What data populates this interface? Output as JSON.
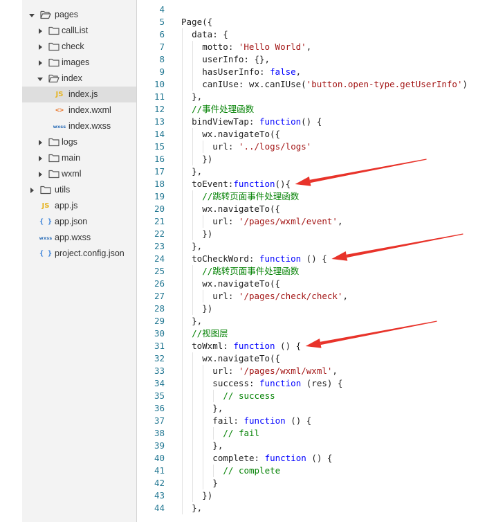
{
  "file_tree": [
    {
      "label": "pages",
      "type": "folder",
      "expanded": true,
      "indent": 0
    },
    {
      "label": "callList",
      "type": "folder",
      "expanded": false,
      "indent": 1
    },
    {
      "label": "check",
      "type": "folder",
      "expanded": false,
      "indent": 1
    },
    {
      "label": "images",
      "type": "folder",
      "expanded": false,
      "indent": 1
    },
    {
      "label": "index",
      "type": "folder",
      "expanded": true,
      "indent": 1
    },
    {
      "label": "index.js",
      "type": "js",
      "indent": 2,
      "selected": true
    },
    {
      "label": "index.wxml",
      "type": "wxml",
      "indent": 2
    },
    {
      "label": "index.wxss",
      "type": "wxss",
      "indent": 2
    },
    {
      "label": "logs",
      "type": "folder",
      "expanded": false,
      "indent": 1
    },
    {
      "label": "main",
      "type": "folder",
      "expanded": false,
      "indent": 1
    },
    {
      "label": "wxml",
      "type": "folder",
      "expanded": false,
      "indent": 1
    },
    {
      "label": "utils",
      "type": "folder",
      "expanded": false,
      "indent": 0
    },
    {
      "label": "app.js",
      "type": "js",
      "indent": 0
    },
    {
      "label": "app.json",
      "type": "json",
      "indent": 0
    },
    {
      "label": "app.wxss",
      "type": "wxss",
      "indent": 0
    },
    {
      "label": "project.config.json",
      "type": "json",
      "indent": 0
    }
  ],
  "icon_labels": {
    "js": "JS",
    "json": "{ }",
    "wxml": "<>",
    "wxss": "wxss"
  },
  "colors": {
    "keyword": "#0000ff",
    "string": "#a31515",
    "comment": "#008000",
    "line_number": "#237893",
    "arrow": "#e8332a",
    "folder_outline": "#555555",
    "sidebar_bg": "#f3f3f3",
    "selected_bg": "#dedede"
  },
  "code_lines": [
    {
      "n": "4",
      "indent": 0,
      "tokens": []
    },
    {
      "n": "5",
      "indent": 0,
      "tokens": [
        [
          "id",
          "Page({"
        ]
      ]
    },
    {
      "n": "6",
      "indent": 1,
      "tokens": [
        [
          "id",
          "data: {"
        ]
      ]
    },
    {
      "n": "7",
      "indent": 2,
      "tokens": [
        [
          "id",
          "motto: "
        ],
        [
          "str",
          "'Hello World'"
        ],
        [
          "id",
          ","
        ]
      ]
    },
    {
      "n": "8",
      "indent": 2,
      "tokens": [
        [
          "id",
          "userInfo: {},"
        ]
      ]
    },
    {
      "n": "9",
      "indent": 2,
      "tokens": [
        [
          "id",
          "hasUserInfo: "
        ],
        [
          "kw",
          "false"
        ],
        [
          "id",
          ","
        ]
      ]
    },
    {
      "n": "10",
      "indent": 2,
      "tokens": [
        [
          "id",
          "canIUse: wx.canIUse("
        ],
        [
          "str",
          "'button.open-type.getUserInfo'"
        ],
        [
          "id",
          ")"
        ]
      ]
    },
    {
      "n": "11",
      "indent": 1,
      "tokens": [
        [
          "id",
          "},"
        ]
      ]
    },
    {
      "n": "12",
      "indent": 1,
      "tokens": [
        [
          "cm",
          "//事件处理函数"
        ]
      ]
    },
    {
      "n": "13",
      "indent": 1,
      "tokens": [
        [
          "id",
          "bindViewTap: "
        ],
        [
          "kw",
          "function"
        ],
        [
          "id",
          "() {"
        ]
      ]
    },
    {
      "n": "14",
      "indent": 2,
      "tokens": [
        [
          "id",
          "wx.navigateTo({"
        ]
      ]
    },
    {
      "n": "15",
      "indent": 3,
      "tokens": [
        [
          "id",
          "url: "
        ],
        [
          "str",
          "'../logs/logs'"
        ]
      ]
    },
    {
      "n": "16",
      "indent": 2,
      "tokens": [
        [
          "id",
          "})"
        ]
      ]
    },
    {
      "n": "17",
      "indent": 1,
      "tokens": [
        [
          "id",
          "},"
        ]
      ]
    },
    {
      "n": "18",
      "indent": 1,
      "tokens": [
        [
          "id",
          "toEvent:"
        ],
        [
          "kw",
          "function"
        ],
        [
          "id",
          "(){"
        ]
      ]
    },
    {
      "n": "19",
      "indent": 2,
      "tokens": [
        [
          "cm",
          "//跳转页面事件处理函数"
        ]
      ]
    },
    {
      "n": "20",
      "indent": 2,
      "tokens": [
        [
          "id",
          "wx.navigateTo({"
        ]
      ]
    },
    {
      "n": "21",
      "indent": 3,
      "tokens": [
        [
          "id",
          "url: "
        ],
        [
          "str",
          "'/pages/wxml/event'"
        ],
        [
          "id",
          ","
        ]
      ]
    },
    {
      "n": "22",
      "indent": 2,
      "tokens": [
        [
          "id",
          "})"
        ]
      ]
    },
    {
      "n": "23",
      "indent": 1,
      "tokens": [
        [
          "id",
          "},"
        ]
      ]
    },
    {
      "n": "24",
      "indent": 1,
      "tokens": [
        [
          "id",
          "toCheckWord: "
        ],
        [
          "kw",
          "function"
        ],
        [
          "id",
          " () {"
        ]
      ]
    },
    {
      "n": "25",
      "indent": 2,
      "tokens": [
        [
          "cm",
          "//跳转页面事件处理函数"
        ]
      ]
    },
    {
      "n": "26",
      "indent": 2,
      "tokens": [
        [
          "id",
          "wx.navigateTo({"
        ]
      ]
    },
    {
      "n": "27",
      "indent": 3,
      "tokens": [
        [
          "id",
          "url: "
        ],
        [
          "str",
          "'/pages/check/check'"
        ],
        [
          "id",
          ","
        ]
      ]
    },
    {
      "n": "28",
      "indent": 2,
      "tokens": [
        [
          "id",
          "})"
        ]
      ]
    },
    {
      "n": "29",
      "indent": 1,
      "tokens": [
        [
          "id",
          "},"
        ]
      ]
    },
    {
      "n": "30",
      "indent": 1,
      "tokens": [
        [
          "cm",
          "//视图层"
        ]
      ]
    },
    {
      "n": "31",
      "indent": 1,
      "tokens": [
        [
          "id",
          "toWxml: "
        ],
        [
          "kw",
          "function"
        ],
        [
          "id",
          " () {"
        ]
      ]
    },
    {
      "n": "32",
      "indent": 2,
      "tokens": [
        [
          "id",
          "wx.navigateTo({"
        ]
      ]
    },
    {
      "n": "33",
      "indent": 3,
      "tokens": [
        [
          "id",
          "url: "
        ],
        [
          "str",
          "'/pages/wxml/wxml'"
        ],
        [
          "id",
          ","
        ]
      ]
    },
    {
      "n": "34",
      "indent": 3,
      "tokens": [
        [
          "id",
          "success: "
        ],
        [
          "kw",
          "function"
        ],
        [
          "id",
          " (res) {"
        ]
      ]
    },
    {
      "n": "35",
      "indent": 4,
      "tokens": [
        [
          "cm",
          "// success"
        ]
      ]
    },
    {
      "n": "36",
      "indent": 3,
      "tokens": [
        [
          "id",
          "},"
        ]
      ]
    },
    {
      "n": "37",
      "indent": 3,
      "tokens": [
        [
          "id",
          "fail: "
        ],
        [
          "kw",
          "function"
        ],
        [
          "id",
          " () {"
        ]
      ]
    },
    {
      "n": "38",
      "indent": 4,
      "tokens": [
        [
          "cm",
          "// fail"
        ]
      ]
    },
    {
      "n": "39",
      "indent": 3,
      "tokens": [
        [
          "id",
          "},"
        ]
      ]
    },
    {
      "n": "40",
      "indent": 3,
      "tokens": [
        [
          "id",
          "complete: "
        ],
        [
          "kw",
          "function"
        ],
        [
          "id",
          " () {"
        ]
      ]
    },
    {
      "n": "41",
      "indent": 4,
      "tokens": [
        [
          "cm",
          "// complete"
        ]
      ]
    },
    {
      "n": "42",
      "indent": 3,
      "tokens": [
        [
          "id",
          "}"
        ]
      ]
    },
    {
      "n": "43",
      "indent": 2,
      "tokens": [
        [
          "id",
          "})"
        ]
      ]
    },
    {
      "n": "44",
      "indent": 1,
      "tokens": [
        [
          "id",
          "},"
        ]
      ]
    }
  ],
  "annotation_arrows": [
    {
      "target_line": "18",
      "label": "toEvent"
    },
    {
      "target_line": "24",
      "label": "toCheckWord"
    },
    {
      "target_line": "31",
      "label": "toWxml"
    }
  ]
}
